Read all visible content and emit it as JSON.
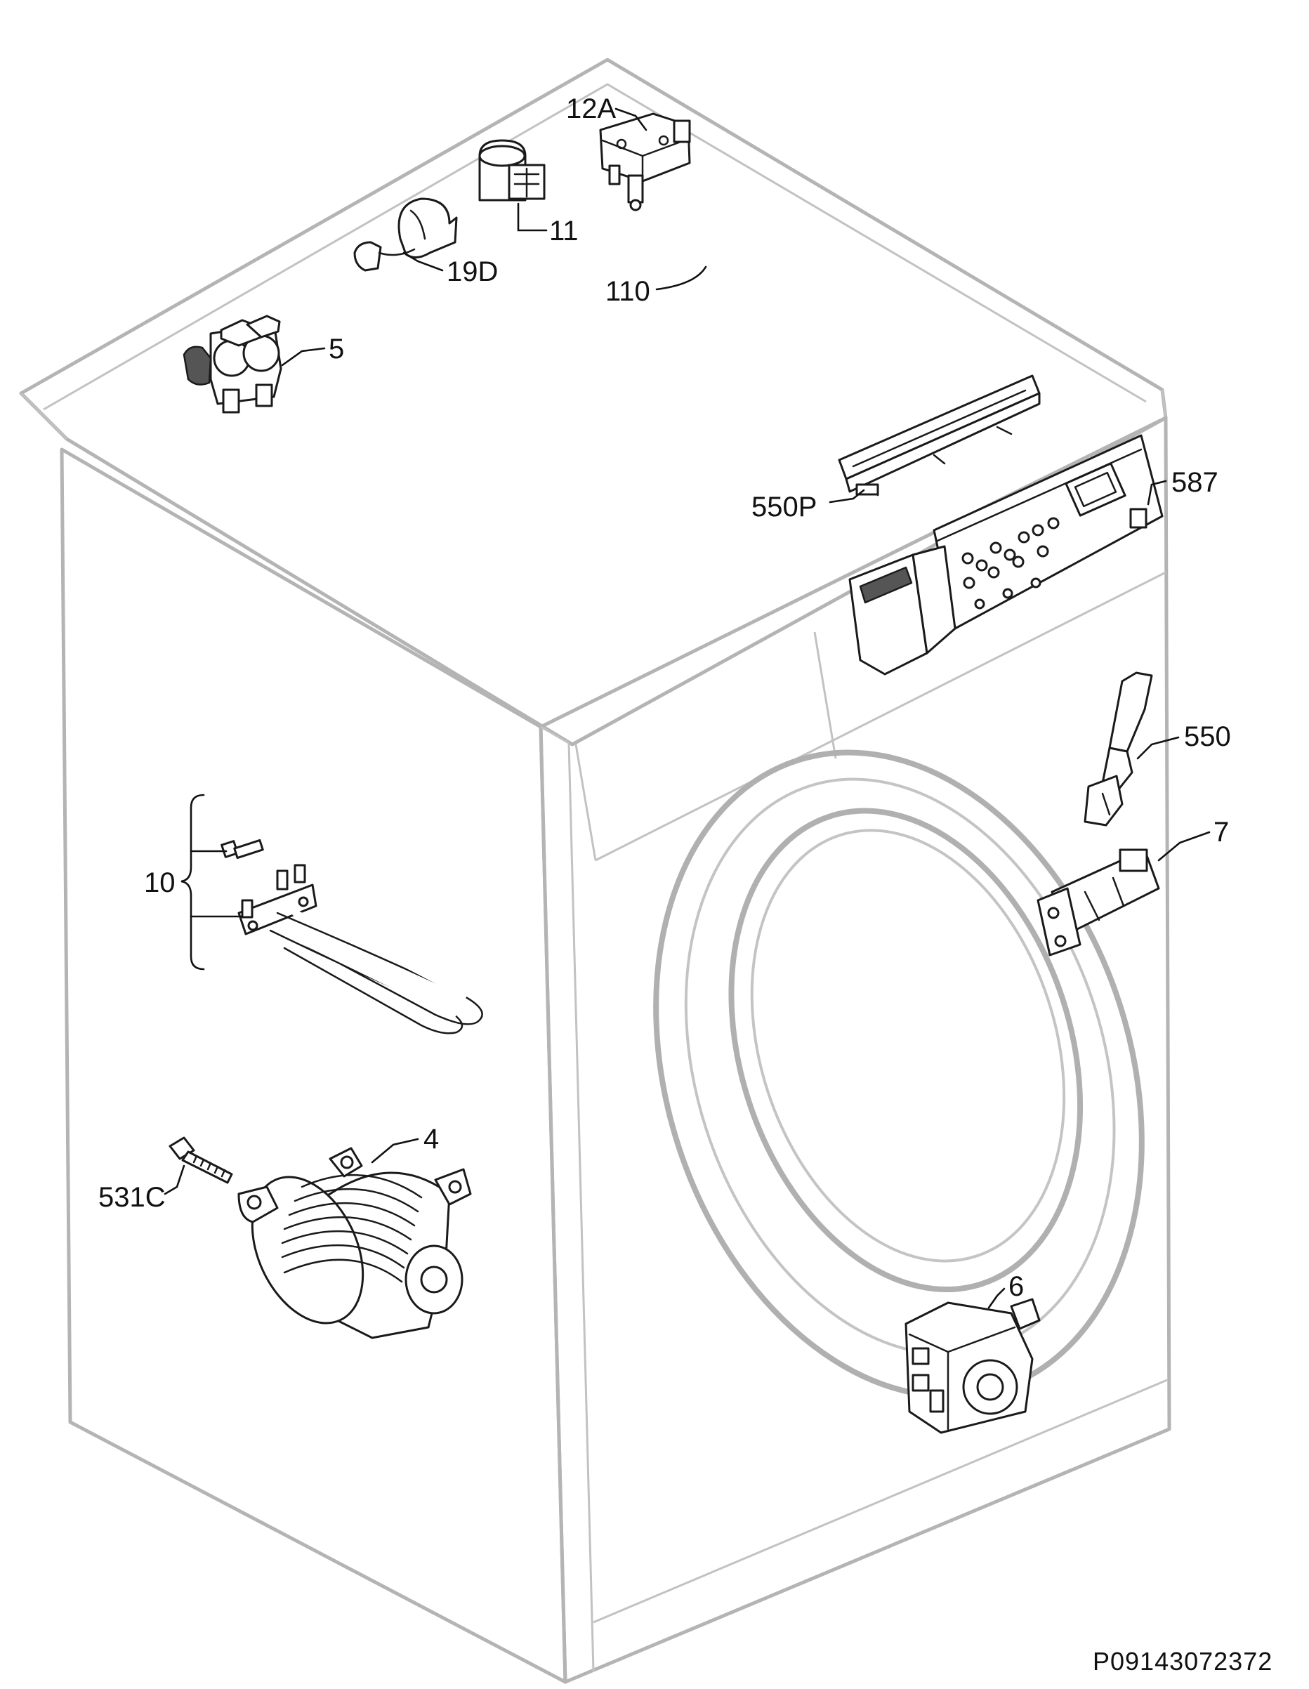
{
  "diagram": {
    "appliance": "washing machine",
    "drawing_id": "P09143072372",
    "callouts": [
      {
        "id": "12A",
        "label": "12A"
      },
      {
        "id": "11",
        "label": "11"
      },
      {
        "id": "19D",
        "label": "19D"
      },
      {
        "id": "110",
        "label": "110"
      },
      {
        "id": "5",
        "label": "5"
      },
      {
        "id": "550P",
        "label": "550P"
      },
      {
        "id": "587",
        "label": "587"
      },
      {
        "id": "550",
        "label": "550"
      },
      {
        "id": "7",
        "label": "7"
      },
      {
        "id": "10",
        "label": "10"
      },
      {
        "id": "4",
        "label": "4"
      },
      {
        "id": "531C",
        "label": "531C"
      },
      {
        "id": "6",
        "label": "6"
      }
    ]
  },
  "colors": {
    "cabinet_outline": "#b4b4b4",
    "part_outline": "#1a1a1a",
    "text": "#111111"
  }
}
